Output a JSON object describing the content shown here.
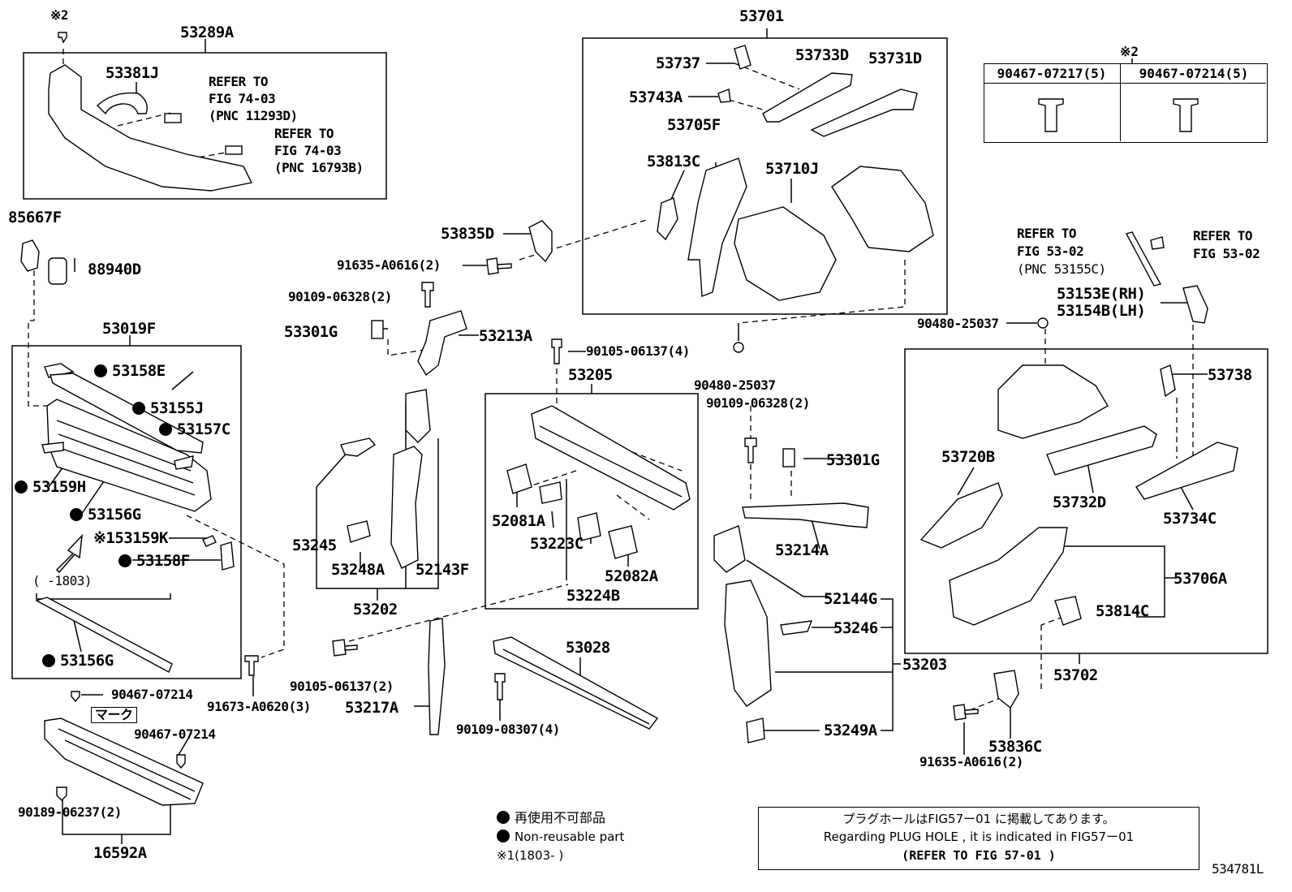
{
  "figure_code": "534781L",
  "labels": {
    "p53289A": "53289A",
    "p53381J": "53381J",
    "ref1_line1": "REFER TO",
    "ref1_line2": "FIG 74-03",
    "ref1_line3": "(PNC 11293D)",
    "ref2_line1": "REFER TO",
    "ref2_line2": "FIG 74-03",
    "ref2_line3": "(PNC 16793B)",
    "star2_top": "※2",
    "p85667F": "85667F",
    "p88940D": "88940D",
    "p53019F": "53019F",
    "p53158E": "53158E",
    "p53155J": "53155J",
    "p53157C": "53157C",
    "p53159H": "53159H",
    "p53156G_a": "53156G",
    "p53159K": "※153159K",
    "p53158F": "53158F",
    "range_note": "(   -1803)",
    "p53156G_b": "53156G",
    "p90467_07214_a": "90467-07214",
    "marker": "マーク",
    "p90467_07214_b": "90467-07214",
    "p90189_06237": "90189-06237(2)",
    "p16592A": "16592A",
    "p91673_A0620": "91673-A0620(3)",
    "p53835D": "53835D",
    "p91635_A0616_a": "91635-A0616(2)",
    "p90109_06328_a": "90109-06328(2)",
    "p53301G_a": "53301G",
    "p53213A": "53213A",
    "p90105_06137_a": "90105-06137(4)",
    "p53205": "53205",
    "p53245": "53245",
    "p53248A": "53248A",
    "p52143F": "52143F",
    "p53202": "53202",
    "p52081A": "52081A",
    "p53223C": "53223C",
    "p52082A": "52082A",
    "p53224B": "53224B",
    "p90105_06137_b": "90105-06137(2)",
    "p53217A": "53217A",
    "p53028": "53028",
    "p90109_08307": "90109-08307(4)",
    "p53701": "53701",
    "p53737": "53737",
    "p53733D": "53733D",
    "p53731D": "53731D",
    "p53743A": "53743A",
    "p53705F": "53705F",
    "p53813C": "53813C",
    "p53710J": "53710J",
    "p90480_25037_a": "90480-25037",
    "p90109_06328_b": "90109-06328(2)",
    "p53301G_b": "53301G",
    "p53214A": "53214A",
    "p52144G": "52144G",
    "p53246": "53246",
    "p53203": "53203",
    "p53249A": "53249A",
    "ref3_line1": "REFER TO",
    "ref3_line2": "FIG 53-02",
    "ref3_line3": "(PNC 53155C)",
    "ref4_line1": "REFER TO",
    "ref4_line2": "FIG 53-02",
    "p53153E": "53153E(RH)",
    "p53154B": "53154B(LH)",
    "p90480_25037_b": "90480-25037",
    "p53738": "53738",
    "p53720B": "53720B",
    "p53732D": "53732D",
    "p53734C": "53734C",
    "p53706A": "53706A",
    "p53814C": "53814C",
    "p53702": "53702",
    "p91635_A0616_b": "91635-A0616(2)",
    "p53836C": "53836C"
  },
  "clip_table": {
    "title": "※2",
    "columns": [
      "90467-07217(5)",
      "90467-07214(5)"
    ]
  },
  "legend": {
    "jp_nonreusable": "再使用不可部品",
    "en_nonreusable": "Non-reusable part",
    "note1": "※1(1803-    )"
  },
  "plug_note": {
    "line1": "プラグホールはFIG57ー01 に掲載してあります。",
    "line2": "Regarding  PLUG HOLE , it is  indicated  in  FIG57ー01",
    "line3": "(REFER  TO  FIG  57-01  )"
  }
}
